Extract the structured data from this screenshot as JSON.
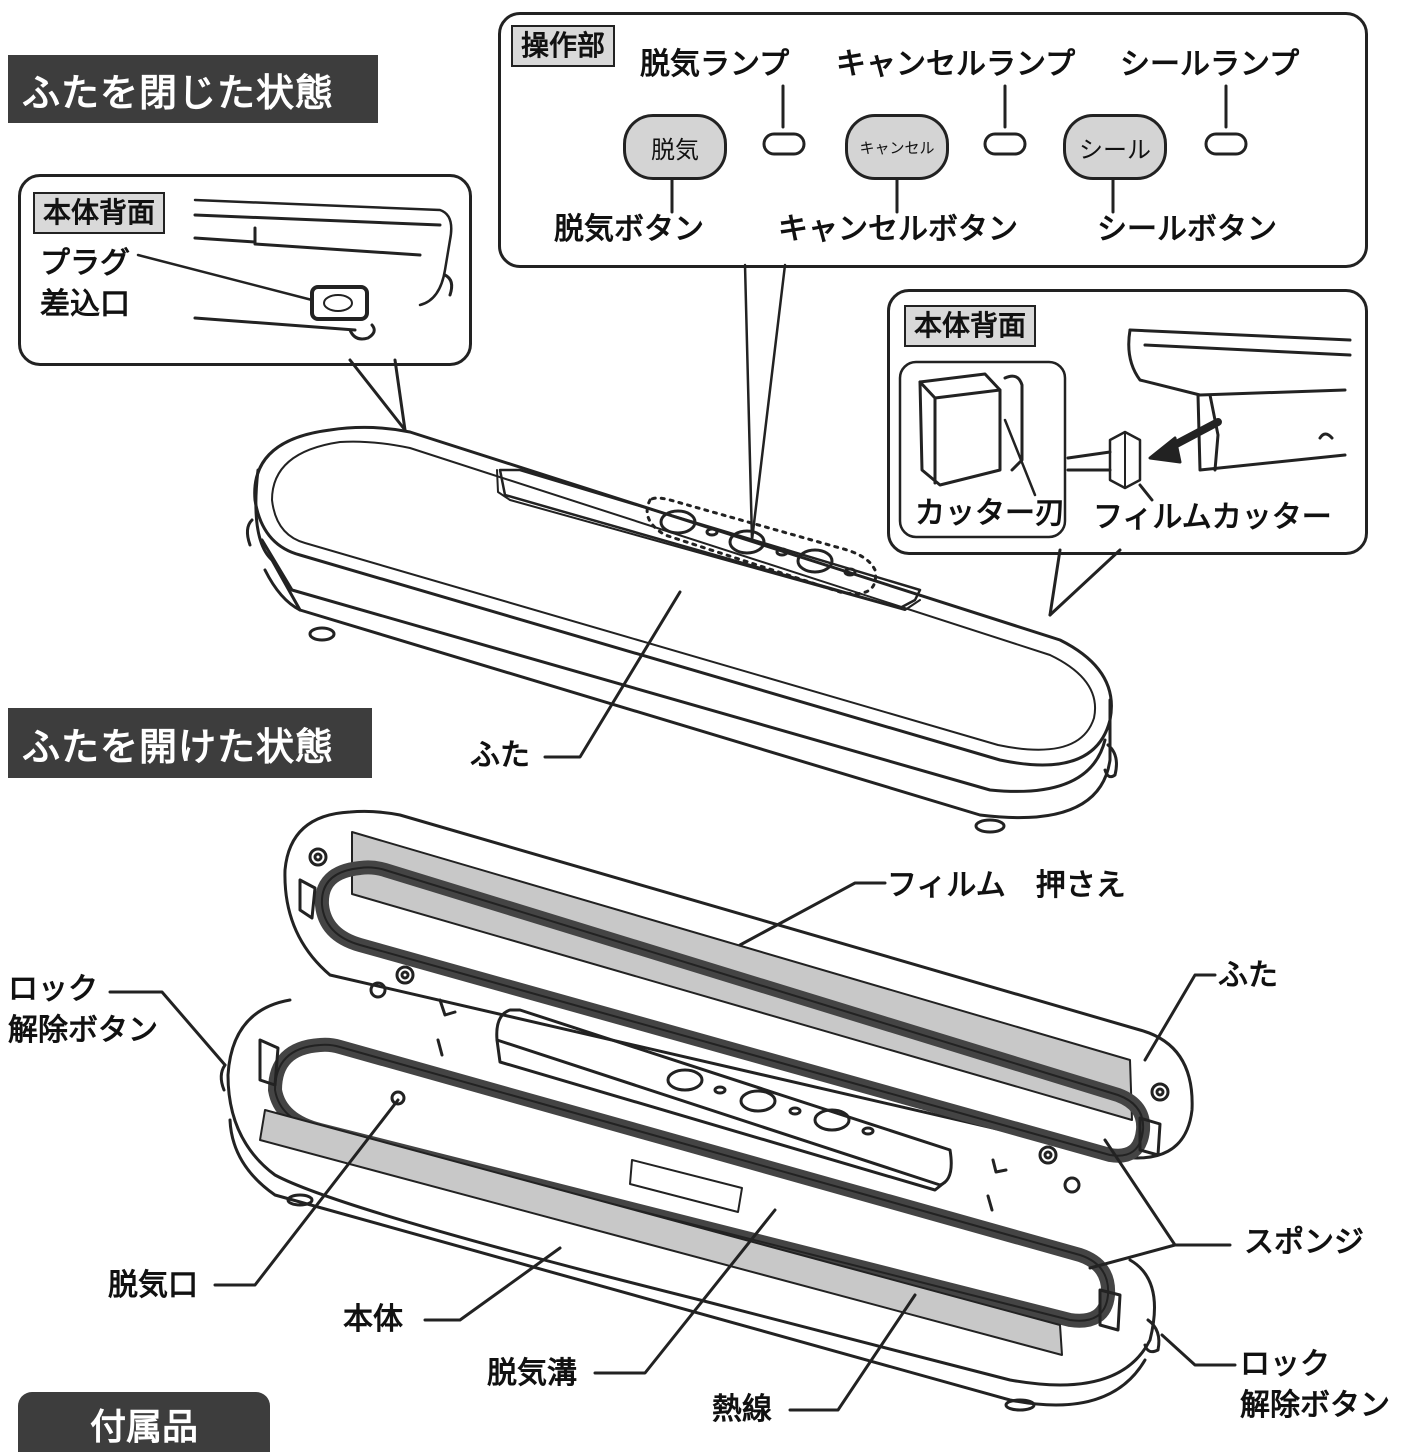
{
  "closed": {
    "section_title": "ふたを閉じた状態",
    "back_callout": {
      "tag": "本体背面",
      "plug_label": [
        "プラグ",
        "差込口"
      ]
    },
    "panel": {
      "tag": "操作部",
      "lamp_labels": [
        "脱気ランプ",
        "キャンセルランプ",
        "シールランプ"
      ],
      "button_faces": [
        "脱気",
        "キャンセル",
        "シール"
      ],
      "button_labels": [
        "脱気ボタン",
        "キャンセルボタン",
        "シールボタン"
      ]
    },
    "cutter_callout": {
      "tag": "本体背面",
      "blade_label": "カッター刃",
      "cutter_label": "フィルムカッター"
    },
    "lid_label": "ふた"
  },
  "open": {
    "section_title": "ふたを開けた状態",
    "labels": {
      "film_press": "フィルム　押さえ",
      "lid": "ふた",
      "lock_left": [
        "ロック",
        "解除ボタン"
      ],
      "sponge": "スポンジ",
      "vent": "脱気口",
      "body": "本体",
      "groove": "脱気溝",
      "heater": "熱線",
      "lock_right": [
        "ロック",
        "解除ボタン"
      ]
    }
  },
  "accessories": {
    "section_title": "付属品"
  },
  "colors": {
    "banner": "#3d3d3d",
    "tag": "#d9d9d9",
    "gray_strip": "#c8c8c8",
    "gasket": "#555555"
  }
}
